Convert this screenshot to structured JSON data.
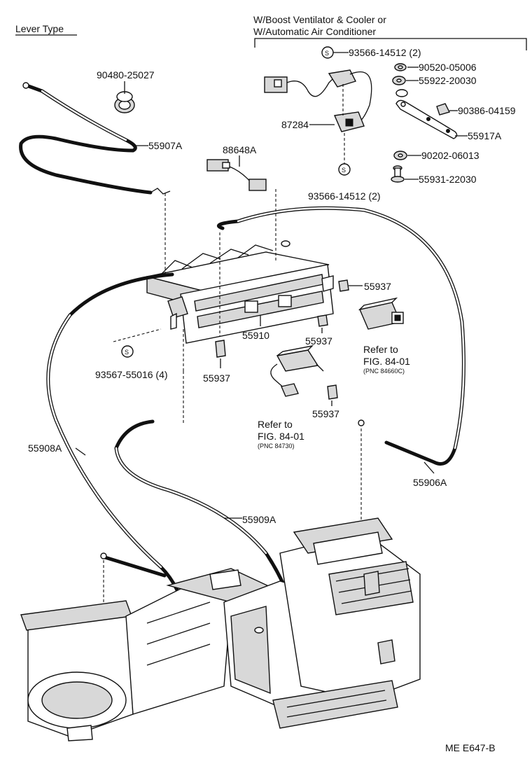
{
  "header": {
    "lever_type": "Lever Type",
    "option_line1": "W/Boost Ventilator & Cooler or",
    "option_line2": "W/Automatic Air Conditioner"
  },
  "parts": {
    "p90480_25027": "90480-25027",
    "p55907A": "55907A",
    "p88648A": "88648A",
    "p93566_top": "93566-14512 (2)",
    "p90520": "90520-05006",
    "p55922": "55922-20030",
    "p87284": "87284",
    "p90386": "90386-04159",
    "p55917A": "55917A",
    "p90202": "90202-06013",
    "p55931": "55931-22030",
    "p93566_bottom": "93566-14512 (2)",
    "p55937_a": "55937",
    "p55910": "55910",
    "p55937_b": "55937",
    "p55937_c": "55937",
    "p55937_d": "55937",
    "p93567": "93567-55016 (4)",
    "p55908A": "55908A",
    "p55909A": "55909A",
    "p55906A": "55906A"
  },
  "refs": {
    "ref1_line1": "Refer to",
    "ref1_line2": "FIG. 84-01",
    "ref1_pnc": "(PNC 84660C)",
    "ref2_line1": "Refer to",
    "ref2_line2": "FIG. 84-01",
    "ref2_pnc": "(PNC 84730)"
  },
  "symbols": {
    "s_mark": "S"
  },
  "footer": {
    "code": "ME E647-B"
  }
}
